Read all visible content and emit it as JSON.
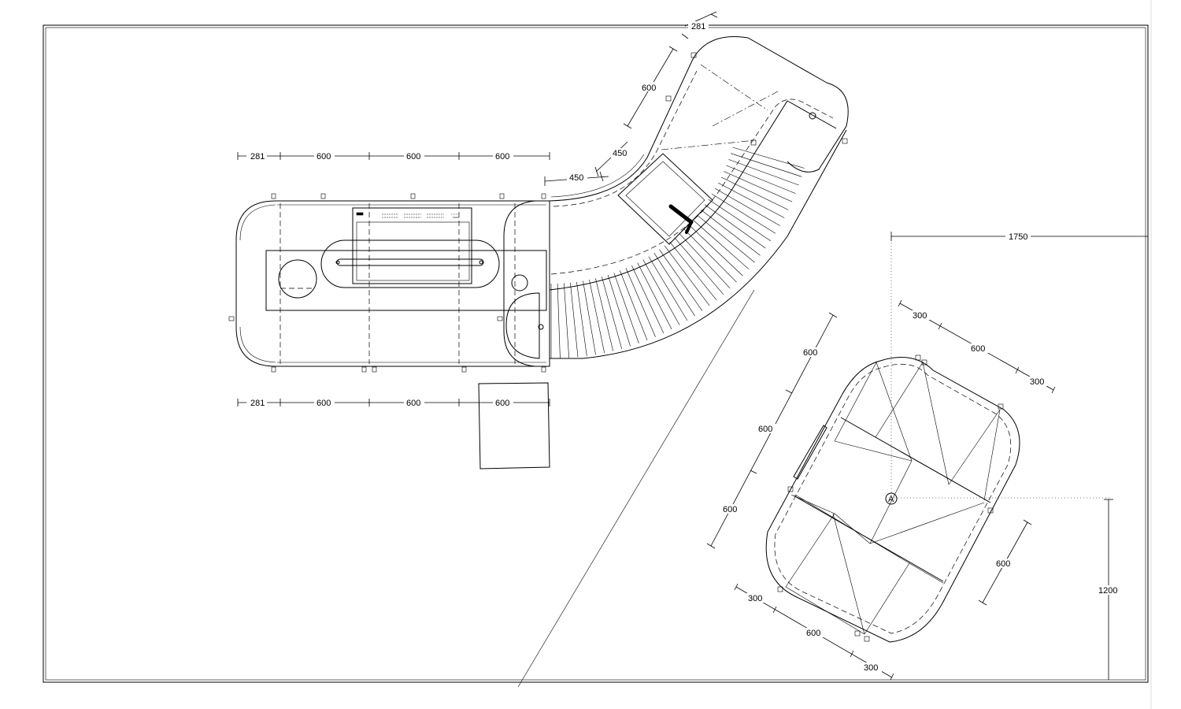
{
  "dimensions": {
    "counter_top": [
      "281",
      "600",
      "600",
      "600"
    ],
    "counter_bottom": [
      "281",
      "600",
      "600",
      "600"
    ],
    "curve_top": "281",
    "curve_left_600": "600",
    "curve_450_a": "450",
    "curve_450_b": "450",
    "overall_width": "1750",
    "overall_height": "1200",
    "island_top_row": [
      "300",
      "600",
      "300"
    ],
    "island_left_col": [
      "600",
      "600",
      "600"
    ],
    "island_bottom_row": [
      "300",
      "600",
      "300"
    ],
    "island_right_600": "600"
  }
}
